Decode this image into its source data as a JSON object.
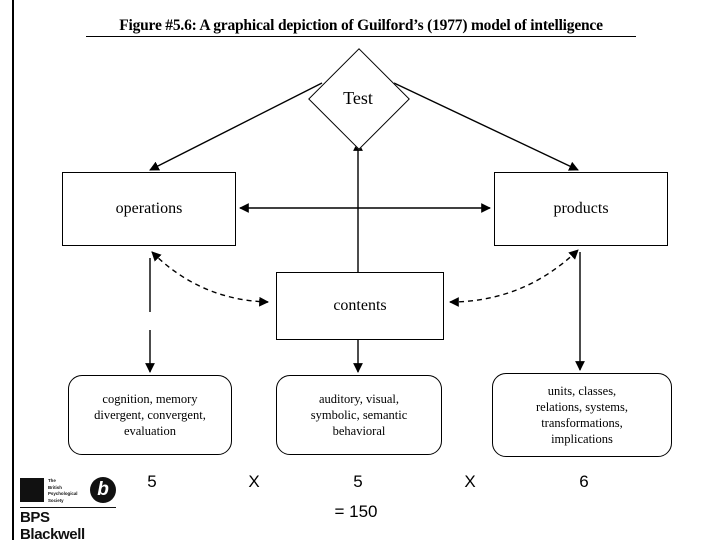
{
  "slide": {
    "title": "Figure #5.6: A graphical depiction of Guilford’s (1977) model of intelligence",
    "background_color": "#ffffff",
    "ink_color": "#000000"
  },
  "diagram": {
    "type": "flow-diagram",
    "nodes": {
      "test": {
        "label": "Test",
        "shape": "diamond"
      },
      "operations": {
        "label": "operations",
        "shape": "rectangle"
      },
      "products": {
        "label": "products",
        "shape": "rectangle"
      },
      "contents": {
        "label": "contents",
        "shape": "rectangle"
      },
      "operations_list": {
        "shape": "rounded-rectangle",
        "lines": [
          "cognition, memory",
          "divergent, convergent,",
          "evaluation"
        ],
        "count": 5
      },
      "contents_list": {
        "shape": "rounded-rectangle",
        "lines": [
          "auditory, visual,",
          "symbolic, semantic",
          "behavioral"
        ],
        "count": 5
      },
      "products_list": {
        "shape": "rounded-rectangle",
        "lines": [
          "units, classes,",
          "relations, systems,",
          "transformations,",
          "implications"
        ],
        "count": 6
      }
    },
    "edges": [
      {
        "from": "test",
        "to": "operations",
        "style": "solid",
        "arrow": "end"
      },
      {
        "from": "test",
        "to": "products",
        "style": "solid",
        "arrow": "end"
      },
      {
        "from": "contents",
        "to": "test",
        "style": "solid",
        "arrow": "end"
      },
      {
        "from": "operations",
        "to": "products",
        "style": "solid",
        "arrow": "both"
      },
      {
        "from": "operations",
        "to": "contents",
        "style": "dashed-curve",
        "arrow": "both"
      },
      {
        "from": "contents",
        "to": "products",
        "style": "dashed-curve",
        "arrow": "both"
      },
      {
        "from": "operations",
        "to": "operations_list",
        "style": "solid",
        "arrow": "end"
      },
      {
        "from": "contents",
        "to": "contents_list",
        "style": "solid",
        "arrow": "end"
      },
      {
        "from": "products",
        "to": "products_list",
        "style": "solid",
        "arrow": "end"
      }
    ]
  },
  "equation": {
    "factor_1": "5",
    "operator_1": "X",
    "factor_2": "5",
    "operator_2": "X",
    "factor_3": "6",
    "total": "= 150"
  },
  "logo": {
    "society_line_1": "The",
    "society_line_2": "British",
    "society_line_3": "Psychological",
    "society_line_4": "Society",
    "mark": "b",
    "name": "BPS Blackwell"
  }
}
